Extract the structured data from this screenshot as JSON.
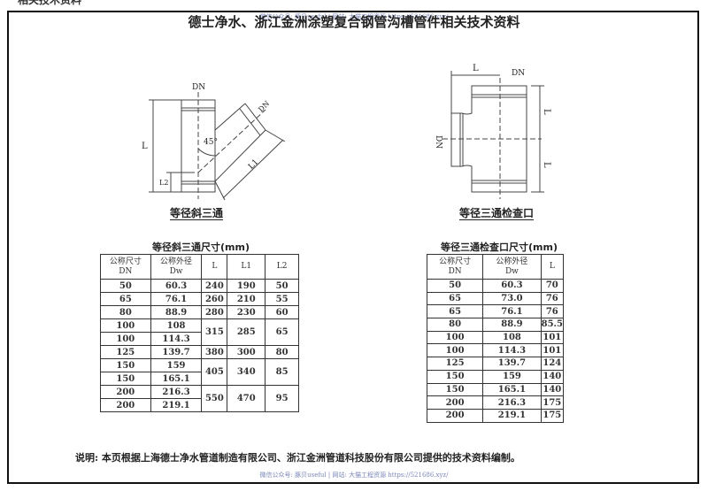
{
  "header": {
    "cut_text": "相关技术资料",
    "title": "德士净水、浙江金洲涂塑复合钢管沟槽管件相关技术资料"
  },
  "watermark": "微信公众号: 豚贝useful | 网站: 大猫工程资源 https://521686.xyz/",
  "diagram_left": {
    "caption": "等径斜三通",
    "dn": "DN",
    "dn_branch": "DN",
    "angle": "45°",
    "L": "L",
    "L1": "L1",
    "L2": "L2"
  },
  "diagram_right": {
    "caption": "等径三通检查口",
    "dn_top": "DN",
    "dn_side": "DN",
    "L_top": "L",
    "L_right1": "L",
    "L_right2": "L"
  },
  "table_left": {
    "title": "等径斜三通尺寸(mm)",
    "headers": [
      [
        "公称尺寸",
        "DN"
      ],
      [
        "公称外径",
        "Dw"
      ],
      [
        "L"
      ],
      [
        "L1"
      ],
      [
        "L2"
      ]
    ],
    "rows": [
      [
        "50",
        "60.3",
        "240",
        "190",
        "50"
      ],
      [
        "65",
        "76.1",
        "260",
        "210",
        "55"
      ],
      [
        "80",
        "88.9",
        "280",
        "230",
        "60"
      ],
      [
        "100",
        "108",
        "315",
        "285",
        "65"
      ],
      [
        "100",
        "114.3"
      ],
      [
        "125",
        "139.7",
        "380",
        "300",
        "80"
      ],
      [
        "150",
        "159",
        "405",
        "340",
        "85"
      ],
      [
        "150",
        "165.1"
      ],
      [
        "200",
        "216.3",
        "550",
        "470",
        "95"
      ],
      [
        "200",
        "219.1"
      ]
    ]
  },
  "table_right": {
    "title": "等径三通检查口尺寸(mm)",
    "headers": [
      [
        "公称尺寸",
        "DN"
      ],
      [
        "公称外径",
        "Dw"
      ],
      [
        "L"
      ]
    ],
    "rows": [
      [
        "50",
        "60.3",
        "70"
      ],
      [
        "65",
        "73.0",
        "76"
      ],
      [
        "65",
        "76.1",
        "76"
      ],
      [
        "80",
        "88.9",
        "85.5"
      ],
      [
        "100",
        "108",
        "101"
      ],
      [
        "100",
        "114.3",
        "101"
      ],
      [
        "125",
        "139.7",
        "124"
      ],
      [
        "150",
        "159",
        "140"
      ],
      [
        "150",
        "165.1",
        "140"
      ],
      [
        "200",
        "216.3",
        "175"
      ],
      [
        "200",
        "219.1",
        "175"
      ]
    ]
  },
  "note": "说明: 本页根据上海德士净水管道制造有限公司、浙江金洲管道科技股份有限公司提供的技术资料编制。"
}
